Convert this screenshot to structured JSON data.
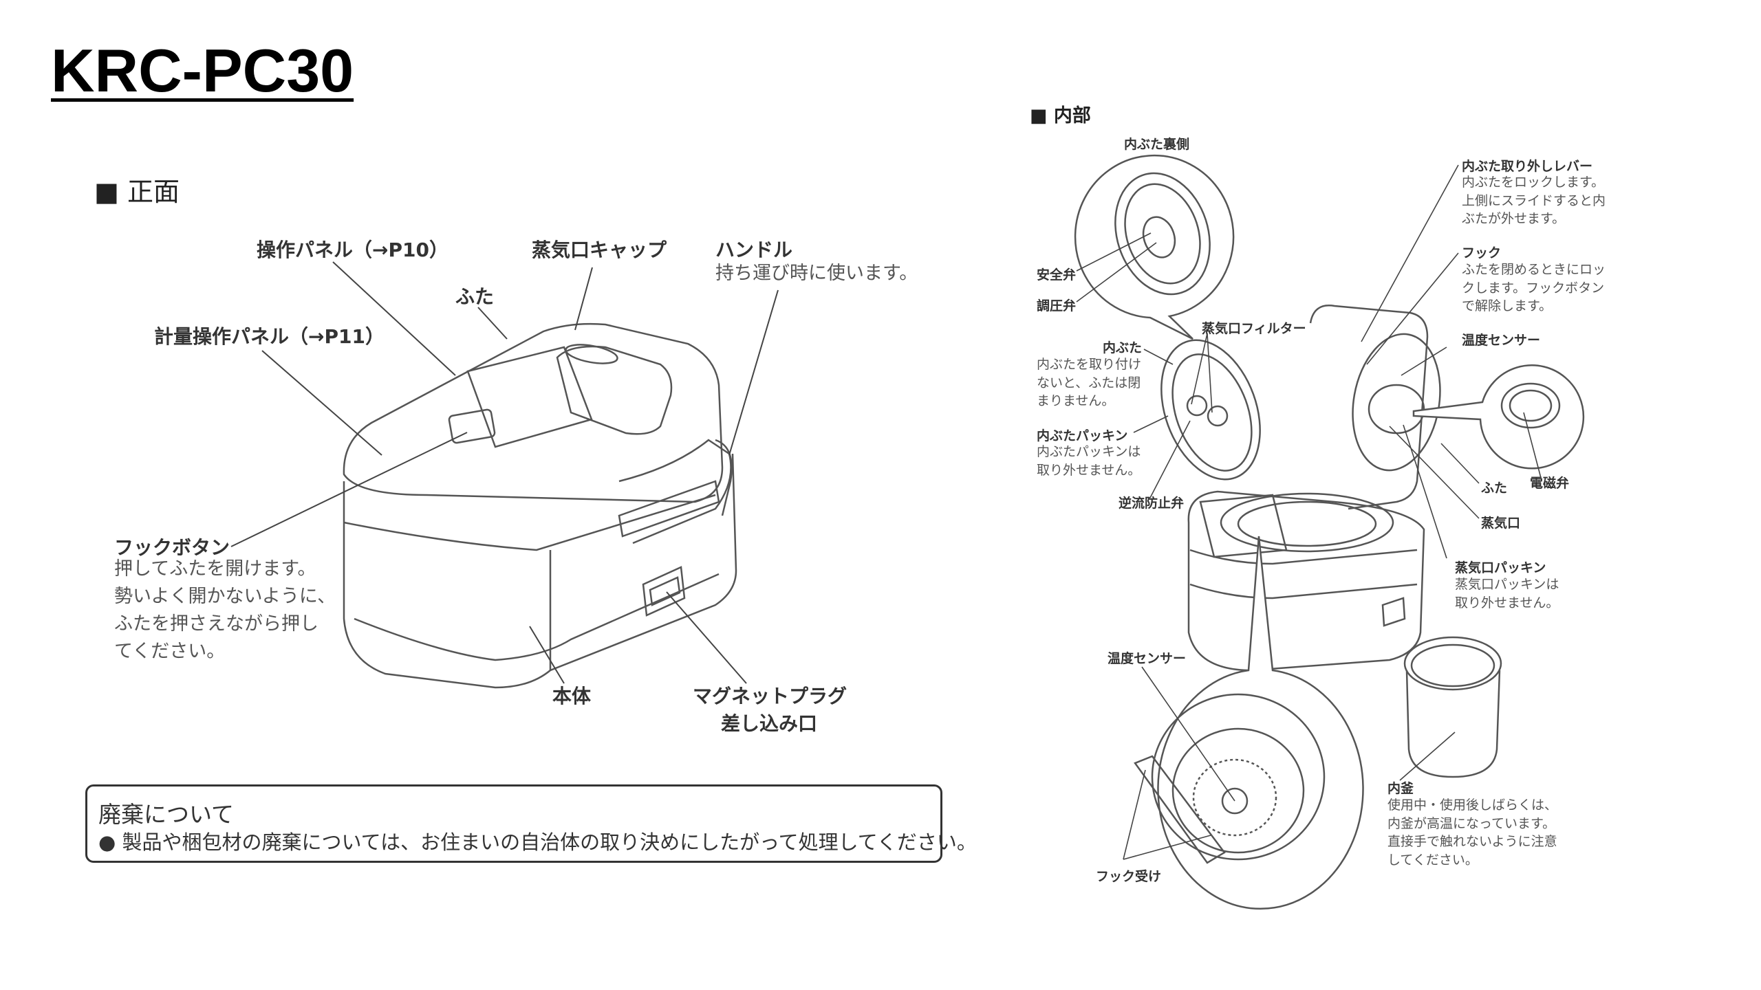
{
  "title": "KRC-PC30",
  "front": {
    "heading": "■ 正面",
    "labels": {
      "operation_panel": "操作パネル（→P10）",
      "steam_cap": "蒸気口キャップ",
      "handle": "ハンドル",
      "handle_desc": "持ち運び時に使います。",
      "lid": "ふた",
      "measure_panel": "計量操作パネル（→P11）",
      "hook_button": "フックボタン",
      "hook_button_desc": [
        "押してふたを開けます。",
        "勢いよく開かないように、",
        "ふたを押さえながら押し",
        "てください。"
      ],
      "body": "本体",
      "magnet_plug": [
        "マグネットプラグ",
        "差し込み口"
      ]
    }
  },
  "notice": {
    "heading": "廃棄について",
    "text": "● 製品や梱包材の廃棄については、お住まいの自治体の取り決めにしたがって処理してください。"
  },
  "interior": {
    "heading": "■ 内部",
    "labels": {
      "inner_lid_back": "内ぶた裏側",
      "safety_valve": "安全弁",
      "pressure_valve": "調圧弁",
      "lever": "内ぶた取り外しレバー",
      "lever_desc": [
        "内ぶたをロックします。",
        "上側にスライドすると内",
        "ぶたが外せます。"
      ],
      "hook": "フック",
      "hook_desc": [
        "ふたを閉めるときにロッ",
        "クします。フックボタン",
        "で解除します。"
      ],
      "temp_sensor_top": "温度センサー",
      "steam_filter": "蒸気口フィルター",
      "inner_lid": "内ぶた",
      "inner_lid_desc": [
        "内ぶたを取り付け",
        "ないと、ふたは閉",
        "まりません。"
      ],
      "inner_lid_packing": "内ぶたパッキン",
      "inner_lid_packing_desc": [
        "内ぶたパッキンは",
        "取り外せません。"
      ],
      "check_valve": "逆流防止弁",
      "lid": "ふた",
      "solenoid_valve": "電磁弁",
      "steam_vent": "蒸気口",
      "steam_packing": "蒸気口パッキン",
      "steam_packing_desc": [
        "蒸気口パッキンは",
        "取り外せません。"
      ],
      "temp_sensor_bottom": "温度センサー",
      "inner_pot": "内釜",
      "inner_pot_desc": [
        "使用中・使用後しばらくは、",
        "内釜が高温になっています。",
        "直接手で触れないように注意",
        "してください。"
      ],
      "hook_receiver": "フック受け"
    }
  }
}
